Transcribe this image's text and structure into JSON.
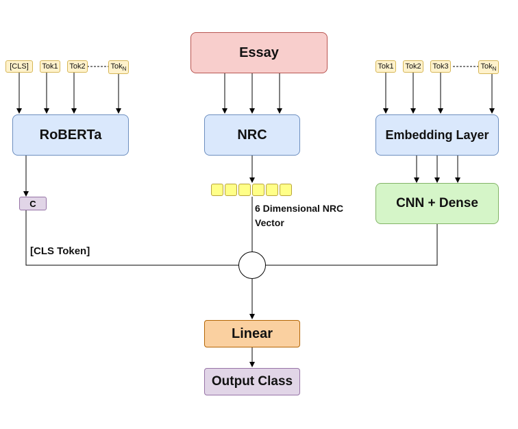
{
  "blocks": {
    "essay": "Essay",
    "roberta": "RoBERTa",
    "nrc": "NRC",
    "embedding": "Embedding Layer",
    "cnn": "CNN + Dense",
    "linear": "Linear",
    "output": "Output Class"
  },
  "left_tokens": {
    "cls": "[CLS]",
    "tok1": "Tok1",
    "tok2": "Tok2",
    "tokn_base": "Tok",
    "tokn_sub": "N"
  },
  "right_tokens": {
    "tok1": "Tok1",
    "tok2": "Tok2",
    "tok3": "Tok3",
    "tokn_base": "Tok",
    "tokn_sub": "N"
  },
  "labels": {
    "c_token": "C",
    "cls_token": "[CLS Token]",
    "nrc_vector_line1": "6 Dimensional NRC",
    "nrc_vector_line2": "Vector"
  },
  "nrc_vector_cells": 6
}
